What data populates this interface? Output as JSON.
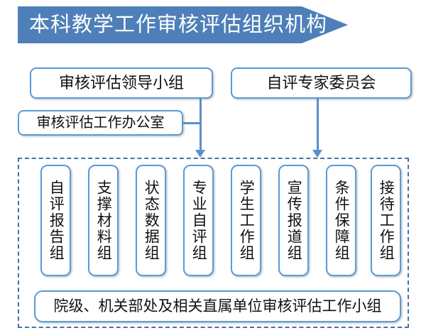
{
  "banner": {
    "title": "本科教学工作审核评估组织机构",
    "fill_color": "#4E7FB8",
    "text_color": "#FFFFFF"
  },
  "theme": {
    "box_border_color": "#5B9BD5",
    "connector_color": "#5B8FCB",
    "dashed_border_color": "#4472A8",
    "box_fill": "#FFFFFF"
  },
  "level1": {
    "leadership_group": "审核评估领导小组",
    "expert_committee": "自评专家委员会"
  },
  "level2": {
    "work_office": "审核评估工作办公室"
  },
  "working_groups": [
    {
      "label": "自评报告组"
    },
    {
      "label": "支撑材料组"
    },
    {
      "label": "状态数据组"
    },
    {
      "label": "专业自评组"
    },
    {
      "label": "学生工作组"
    },
    {
      "label": "宣传报道组"
    },
    {
      "label": "条件保障组"
    },
    {
      "label": "接待工作组"
    }
  ],
  "bottom": {
    "label": "院级、机关部处及相关直属单位审核评估工作小组"
  }
}
